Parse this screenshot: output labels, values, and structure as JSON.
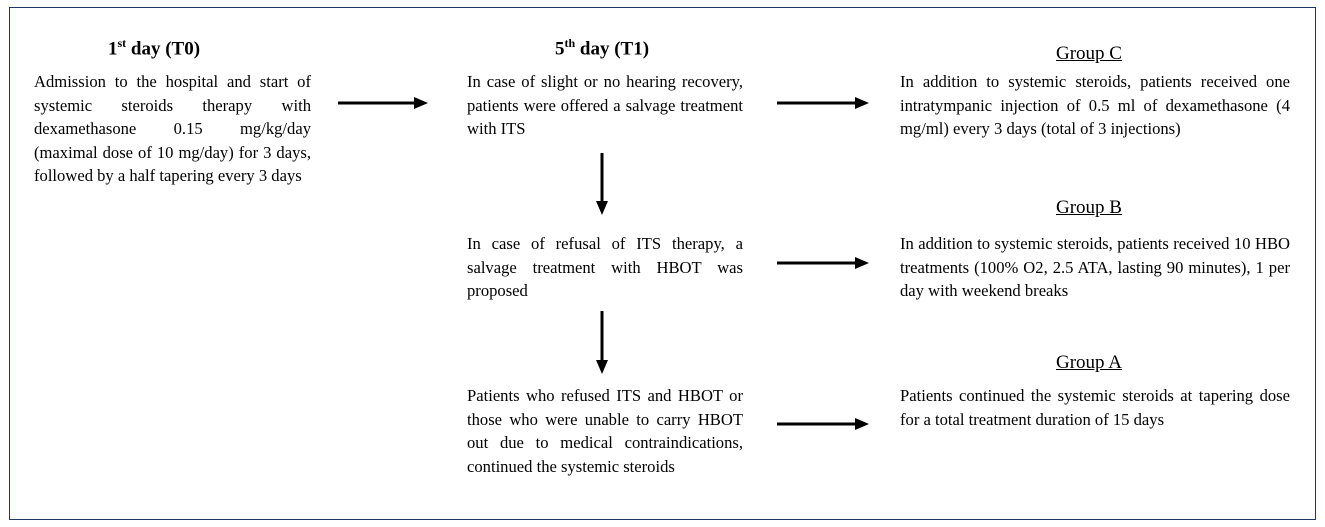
{
  "col1": {
    "heading_main": "1",
    "heading_sup": "st",
    "heading_rest": " day (T0)",
    "text": "Admission to the hospital and start of systemic steroids therapy with dexamethasone 0.15 mg/kg/day (maximal dose of 10 mg/day) for 3 days, followed by a half tapering every 3 days"
  },
  "col2": {
    "heading_main": "5",
    "heading_sup": "th",
    "heading_rest": " day (T1)",
    "step1": "In case of slight or no hearing recovery, patients were offered a salvage treatment with ITS",
    "step2": "In case of refusal of ITS therapy, a salvage treatment with HBOT was proposed",
    "step3": "Patients who refused ITS and HBOT or those who were unable to carry HBOT out due to medical contraindications, continued the systemic steroids"
  },
  "groups": {
    "c": {
      "title": "Group C",
      "text": "In addition to systemic steroids, patients received one intratympanic injection of 0.5 ml of dexamethasone (4 mg/ml) every 3 days (total of 3 injections)"
    },
    "b": {
      "title": "Group B",
      "text": "In addition to systemic steroids, patients received 10 HBO treatments (100% O2, 2.5 ATA, lasting 90 minutes), 1 per day with weekend breaks"
    },
    "a": {
      "title": "Group A",
      "text": "Patients continued the systemic steroids at tapering dose for a total treatment duration of 15 days"
    }
  },
  "colors": {
    "border": "#1f3864",
    "text": "#000000"
  }
}
